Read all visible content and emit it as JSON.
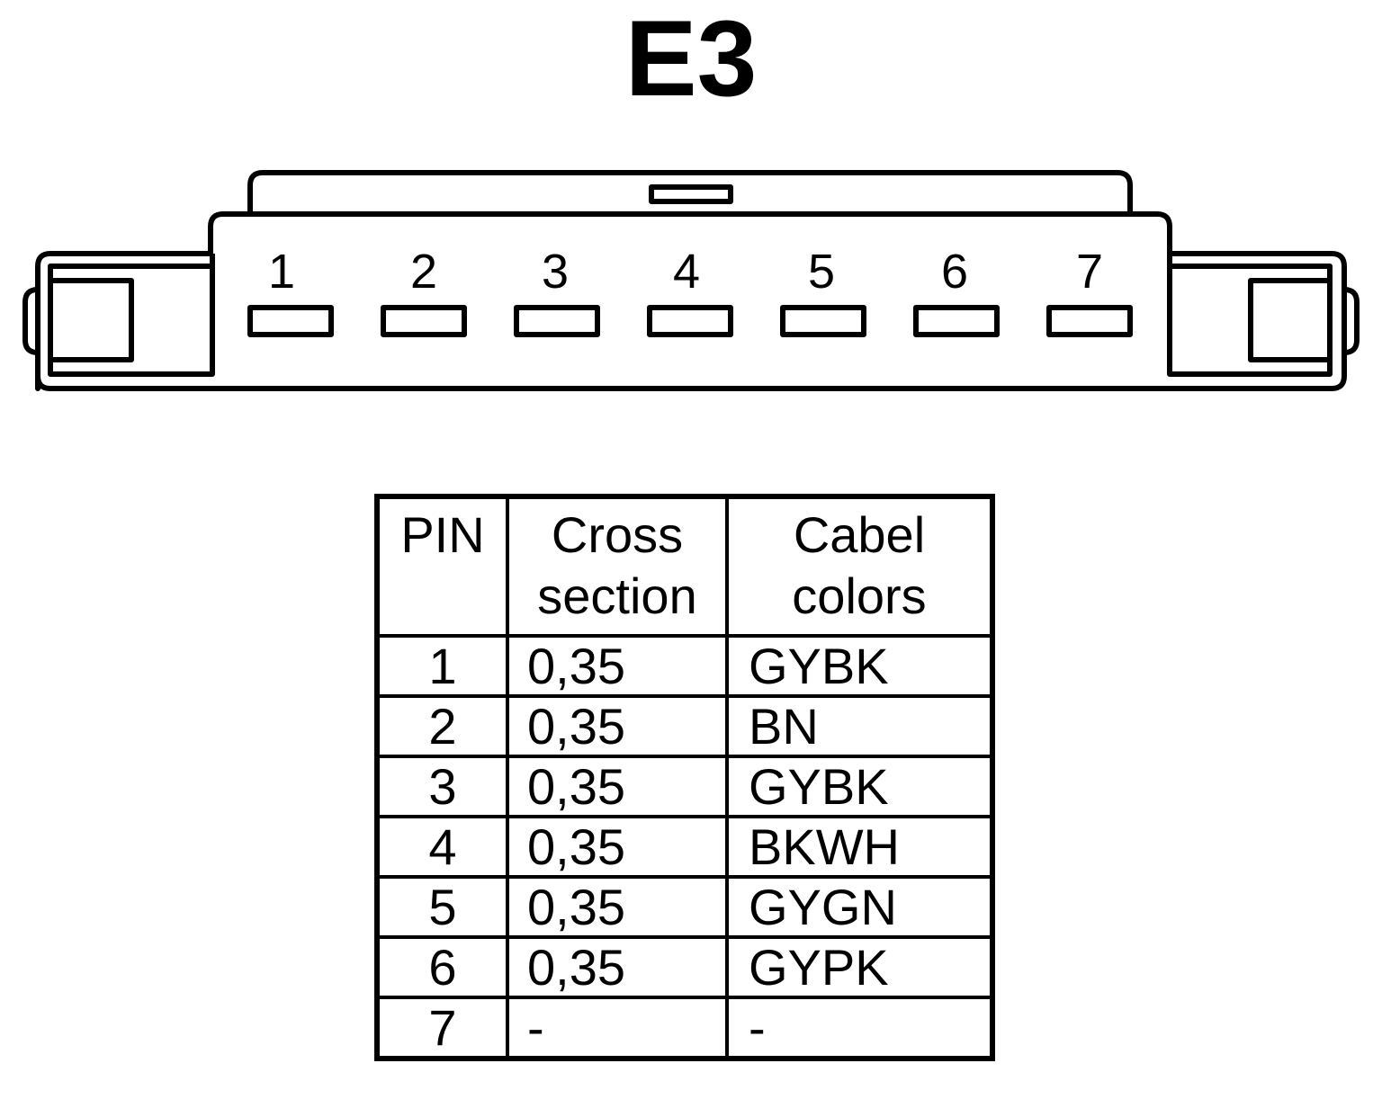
{
  "title": "E3",
  "connector": {
    "pin_labels": [
      "1",
      "2",
      "3",
      "4",
      "5",
      "6",
      "7"
    ]
  },
  "table": {
    "headers": {
      "pin": "PIN",
      "cross_section_line1": "Cross",
      "cross_section_line2": "section",
      "colors_line1": "Cabel",
      "colors_line2": "colors"
    },
    "rows": [
      {
        "pin": "1",
        "cross_section": "0,35",
        "color": "GYBK"
      },
      {
        "pin": "2",
        "cross_section": "0,35",
        "color": "BN"
      },
      {
        "pin": "3",
        "cross_section": "0,35",
        "color": "GYBK"
      },
      {
        "pin": "4",
        "cross_section": "0,35",
        "color": "BKWH"
      },
      {
        "pin": "5",
        "cross_section": "0,35",
        "color": "GYGN"
      },
      {
        "pin": "6",
        "cross_section": "0,35",
        "color": "GYPK"
      },
      {
        "pin": "7",
        "cross_section": "-",
        "color": "-"
      }
    ]
  }
}
